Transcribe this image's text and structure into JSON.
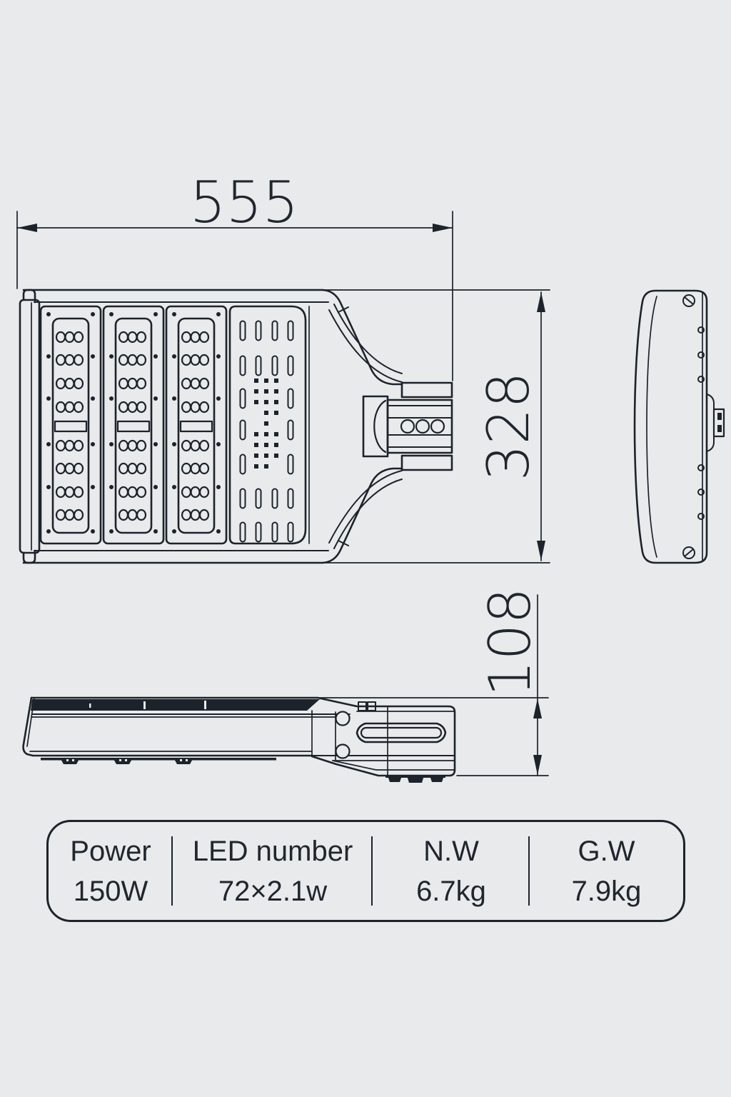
{
  "colors": {
    "background": "#e8eaec",
    "line": "#1c232b",
    "text": "#20262e"
  },
  "dimensions": {
    "top_width": "555",
    "body_height": "328",
    "side_height": "108"
  },
  "spec_table": {
    "columns": [
      {
        "label": "Power",
        "value": "150W"
      },
      {
        "label": "LED number",
        "value": "72×2.1w"
      },
      {
        "label": "N.W",
        "value": "6.7kg"
      },
      {
        "label": "G.W",
        "value": "7.9kg"
      }
    ]
  }
}
